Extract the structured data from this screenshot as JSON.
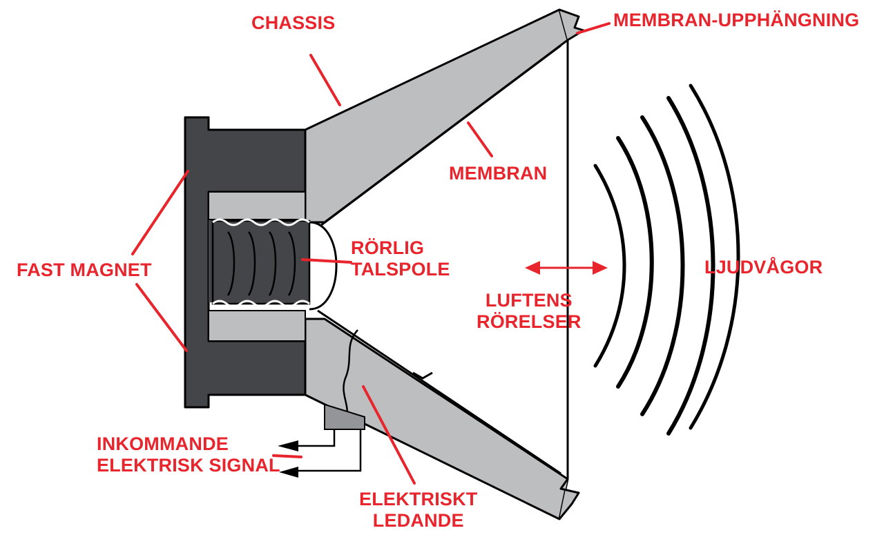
{
  "colors": {
    "accent": "#e8242c",
    "magnet": "#434548",
    "chassis": "#bcbec0",
    "outline": "#000000",
    "background": "#ffffff"
  },
  "labels": {
    "chassis": "CHASSIS",
    "suspension": "MEMBRAN-UPPHÄNGNING",
    "membrane": "MEMBRAN",
    "magnet": "FAST MAGNET",
    "coil": [
      "RÖRLIG",
      "TALSPOLE"
    ],
    "sound_waves": "LJUDVÅGOR",
    "air_motion": [
      "LUFTENS",
      "RÖRELSER"
    ],
    "signal": [
      "INKOMMANDE",
      "ELEKTRISK SIGNAL"
    ],
    "conductor": [
      "ELEKTRISKT",
      "LEDANDE"
    ]
  }
}
